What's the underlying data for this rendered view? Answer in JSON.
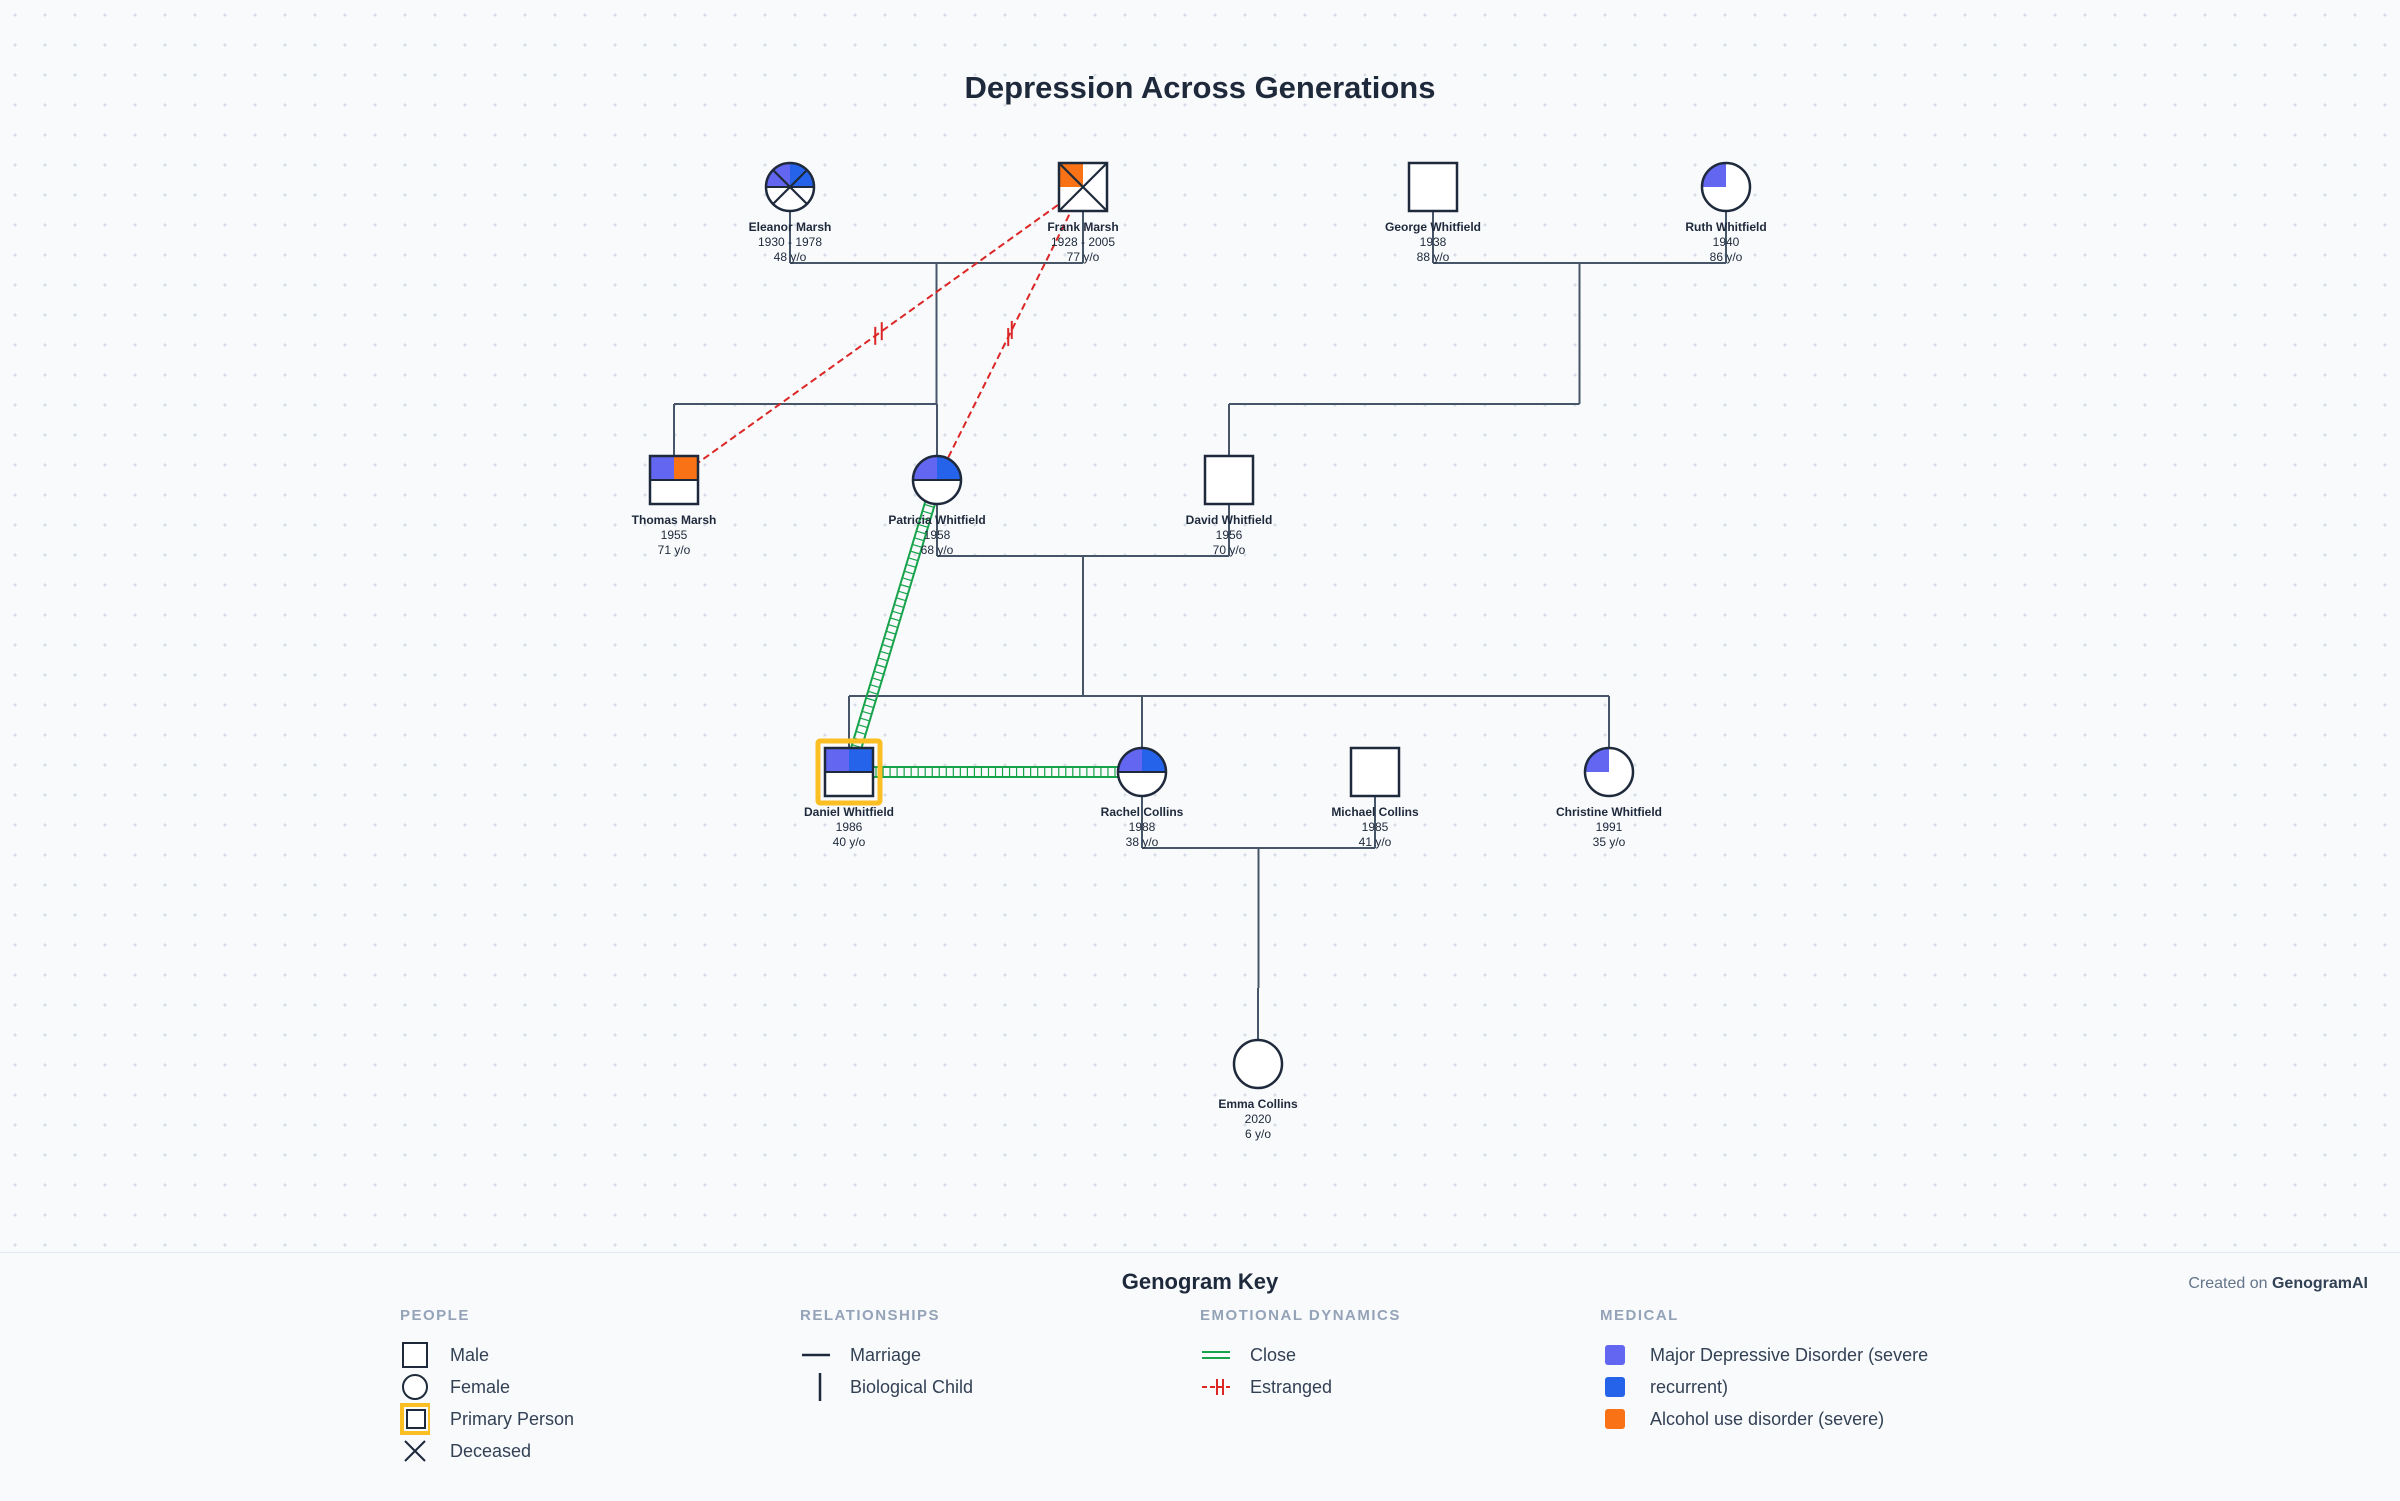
{
  "title": "Depression Across Generations",
  "people": [
    {
      "id": "eleanor",
      "name": "Eleanor Marsh",
      "years": "1930 - 1978",
      "age": "48 y/o",
      "sex": "female",
      "deceased": true,
      "conditions": [
        "mdd",
        "recurrent"
      ]
    },
    {
      "id": "frank",
      "name": "Frank Marsh",
      "years": "1928 - 2005",
      "age": "77 y/o",
      "sex": "male",
      "deceased": true,
      "conditions": [
        "alcohol"
      ]
    },
    {
      "id": "george",
      "name": "George Whitfield",
      "years": "1938",
      "age": "88 y/o",
      "sex": "male",
      "deceased": false,
      "conditions": []
    },
    {
      "id": "ruth",
      "name": "Ruth Whitfield",
      "years": "1940",
      "age": "86 y/o",
      "sex": "female",
      "deceased": false,
      "conditions": [
        "mdd"
      ]
    },
    {
      "id": "thomas",
      "name": "Thomas Marsh",
      "years": "1955",
      "age": "71 y/o",
      "sex": "male",
      "deceased": false,
      "conditions": [
        "mdd",
        "alcohol"
      ]
    },
    {
      "id": "patricia",
      "name": "Patricia Whitfield",
      "years": "1958",
      "age": "68 y/o",
      "sex": "female",
      "deceased": false,
      "conditions": [
        "mdd",
        "recurrent"
      ]
    },
    {
      "id": "david",
      "name": "David Whitfield",
      "years": "1956",
      "age": "70 y/o",
      "sex": "male",
      "deceased": false,
      "conditions": []
    },
    {
      "id": "daniel",
      "name": "Daniel Whitfield",
      "years": "1986",
      "age": "40 y/o",
      "sex": "male",
      "deceased": false,
      "primary": true,
      "conditions": [
        "mdd",
        "recurrent"
      ]
    },
    {
      "id": "rachel",
      "name": "Rachel Collins",
      "years": "1988",
      "age": "38 y/o",
      "sex": "female",
      "deceased": false,
      "conditions": [
        "mdd",
        "recurrent"
      ]
    },
    {
      "id": "michael",
      "name": "Michael Collins",
      "years": "1985",
      "age": "41 y/o",
      "sex": "male",
      "deceased": false,
      "conditions": []
    },
    {
      "id": "christine",
      "name": "Christine Whitfield",
      "years": "1991",
      "age": "35 y/o",
      "sex": "female",
      "deceased": false,
      "conditions": [
        "mdd"
      ]
    },
    {
      "id": "emma",
      "name": "Emma Collins",
      "years": "2020",
      "age": "6 y/o",
      "sex": "female",
      "deceased": false,
      "conditions": []
    }
  ],
  "marriages": [
    {
      "a": "eleanor",
      "b": "frank",
      "children": [
        "thomas",
        "patricia"
      ]
    },
    {
      "a": "george",
      "b": "ruth",
      "children": [
        "david"
      ]
    },
    {
      "a": "patricia",
      "b": "david",
      "children": [
        "daniel",
        "rachel",
        "christine"
      ]
    },
    {
      "a": "rachel",
      "b": "michael",
      "children": [
        "emma"
      ]
    }
  ],
  "emotional": [
    {
      "type": "estranged",
      "a": "frank",
      "b": "thomas"
    },
    {
      "type": "estranged",
      "a": "frank",
      "b": "patricia"
    },
    {
      "type": "close",
      "a": "patricia",
      "b": "daniel"
    },
    {
      "type": "close",
      "a": "daniel",
      "b": "rachel"
    }
  ],
  "colors": {
    "mdd": "#6366f1",
    "recurrent": "#2563eb",
    "alcohol": "#f97316",
    "close": "#16a34a",
    "estranged": "#dc2626",
    "primary_outline": "#fbbf24",
    "line": "#475569"
  },
  "legend": {
    "title": "Genogram Key",
    "credit_prefix": "Created on",
    "credit_brand": "GenogramAI",
    "people": {
      "heading": "PEOPLE",
      "male": "Male",
      "female": "Female",
      "primary": "Primary Person",
      "deceased": "Deceased"
    },
    "relationships": {
      "heading": "RELATIONSHIPS",
      "marriage": "Marriage",
      "child": "Biological Child"
    },
    "emotional": {
      "heading": "EMOTIONAL DYNAMICS",
      "close": "Close",
      "estranged": "Estranged"
    },
    "medical": {
      "heading": "MEDICAL",
      "mdd": "Major Depressive Disorder (severe",
      "recurrent": "recurrent)",
      "alcohol": "Alcohol use disorder (severe)"
    }
  }
}
